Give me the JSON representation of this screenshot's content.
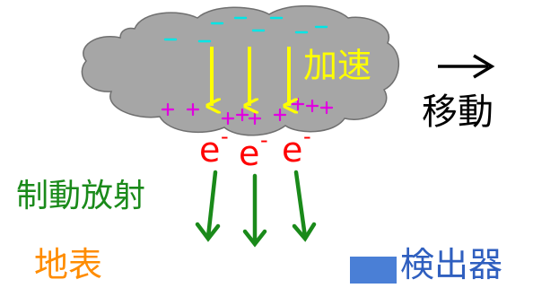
{
  "labels": {
    "acceleration": "加速",
    "movement": "移動",
    "bremsstrahlung": "制動放射",
    "ground": "地表",
    "detector": "検出器",
    "electron": "e",
    "electron_sup": "-"
  },
  "colors": {
    "cloud_fill": "#a6a6a6",
    "cloud_stroke": "#6f6f6f",
    "negative_charge": "#00e5e5",
    "positive_charge": "#e000e0",
    "accel_arrow": "#ffff00",
    "accel_text": "#ffff00",
    "electron": "#ff0000",
    "emission_arrow": "#1a8a1a",
    "emission_text": "#1a8a1a",
    "ground_text": "#ff8c00",
    "detector_box": "#4a7fd6",
    "detector_text": "#2f5fbf",
    "movement_arrow": "#000000"
  },
  "icons": {
    "movement_arrow": "right-arrow-icon"
  }
}
